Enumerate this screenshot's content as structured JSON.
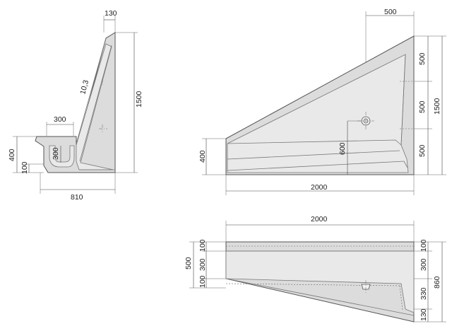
{
  "side_view": {
    "dim_top_thickness": "130",
    "dim_height": "1500",
    "dim_angle": "10,3",
    "dim_channel_width": "300",
    "dim_channel_depth": "300",
    "dim_front_height": "400",
    "dim_base": "100",
    "dim_total_width": "810"
  },
  "front_view": {
    "dim_top_offset": "500",
    "dim_seg_top": "500",
    "dim_seg_mid": "500",
    "dim_seg_bottom": "500",
    "dim_total_height": "1500",
    "dim_left_height": "400",
    "dim_outlet_height": "600",
    "dim_length": "2000"
  },
  "plan_view": {
    "dim_length": "2000",
    "dim_left_outer": "500",
    "dim_left_a": "100",
    "dim_left_b": "300",
    "dim_left_c": "100",
    "dim_right_a": "100",
    "dim_right_b": "300",
    "dim_right_c": "330",
    "dim_right_d": "130",
    "dim_right_total": "860"
  }
}
